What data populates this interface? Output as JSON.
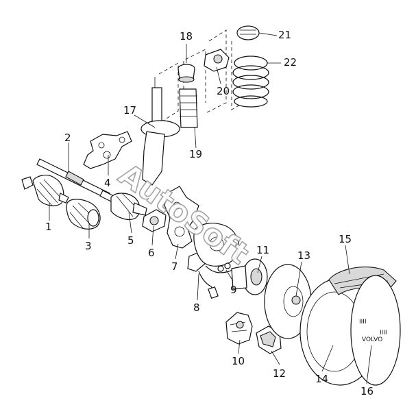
{
  "diagram": {
    "watermark": "AutoSoft",
    "labels": [
      "1",
      "2",
      "3",
      "4",
      "5",
      "6",
      "7",
      "8",
      "9",
      "10",
      "11",
      "12",
      "13",
      "14",
      "15",
      "16",
      "17",
      "18",
      "19",
      "20",
      "21",
      "22"
    ],
    "part_ids": [
      "axle-shaft-shoe",
      "drive-shaft",
      "cv-joint-boot",
      "bracket",
      "outer-cv-joint",
      "ball-joint",
      "steering-knuckle",
      "abs-sensor",
      "brake-hose",
      "brake-caliper",
      "wheel-hub",
      "brake-pads",
      "brake-disc",
      "brake-drum",
      "splash-shield",
      "wheel-drum-cover",
      "strut",
      "bump-stop",
      "dust-boot",
      "upper-mount",
      "spring-seat",
      "coil-spring"
    ]
  }
}
